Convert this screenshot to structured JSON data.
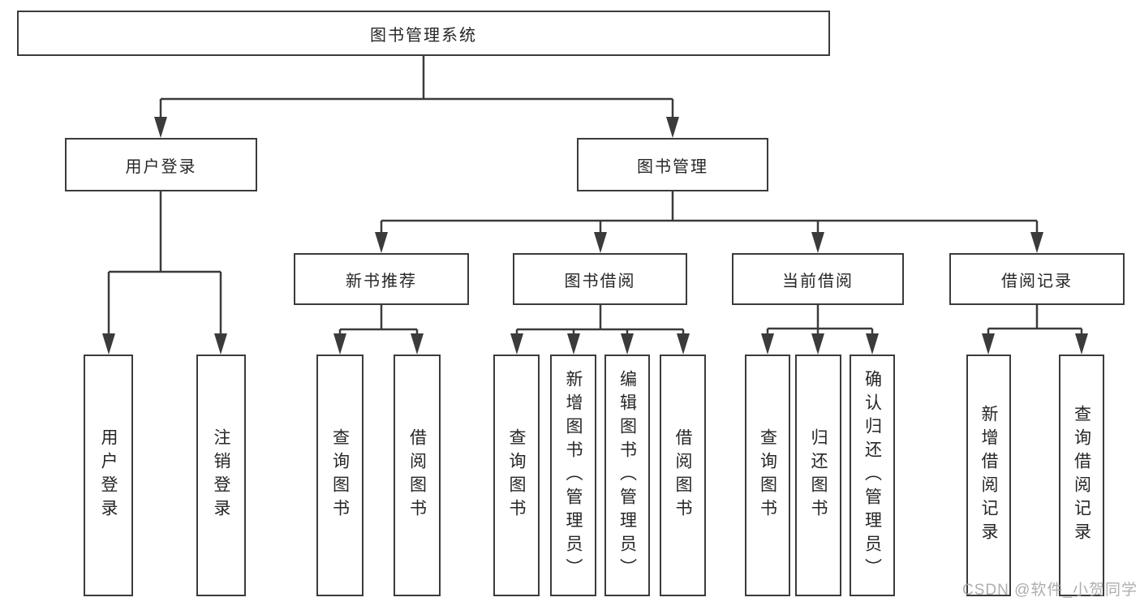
{
  "diagram": {
    "title": "图书管理系统",
    "tree": {
      "label": "图书管理系统",
      "children": [
        {
          "label": "用户登录",
          "children": [
            {
              "label": "用户登录"
            },
            {
              "label": "注销登录"
            }
          ]
        },
        {
          "label": "图书管理",
          "children": [
            {
              "label": "新书推荐",
              "children": [
                {
                  "label": "查询图书"
                },
                {
                  "label": "借阅图书"
                }
              ]
            },
            {
              "label": "图书借阅",
              "children": [
                {
                  "label": "查询图书"
                },
                {
                  "label": "新增图书（管理员）"
                },
                {
                  "label": "编辑图书（管理员）"
                },
                {
                  "label": "借阅图书"
                }
              ]
            },
            {
              "label": "当前借阅",
              "children": [
                {
                  "label": "查询图书"
                },
                {
                  "label": "归还图书"
                },
                {
                  "label": "确认归还（管理员）"
                }
              ]
            },
            {
              "label": "借阅记录",
              "children": [
                {
                  "label": "新增借阅记录"
                },
                {
                  "label": "查询借阅记录"
                }
              ]
            }
          ]
        }
      ]
    }
  },
  "watermark": {
    "text": "CSDN @软件_小贺同学"
  },
  "colors": {
    "line": "#3b3b3b",
    "box_border": "#3b3b3b",
    "box_fill": "#ffffff",
    "text": "#262626",
    "watermark": "#a5a5a5",
    "background": "#ffffff"
  }
}
